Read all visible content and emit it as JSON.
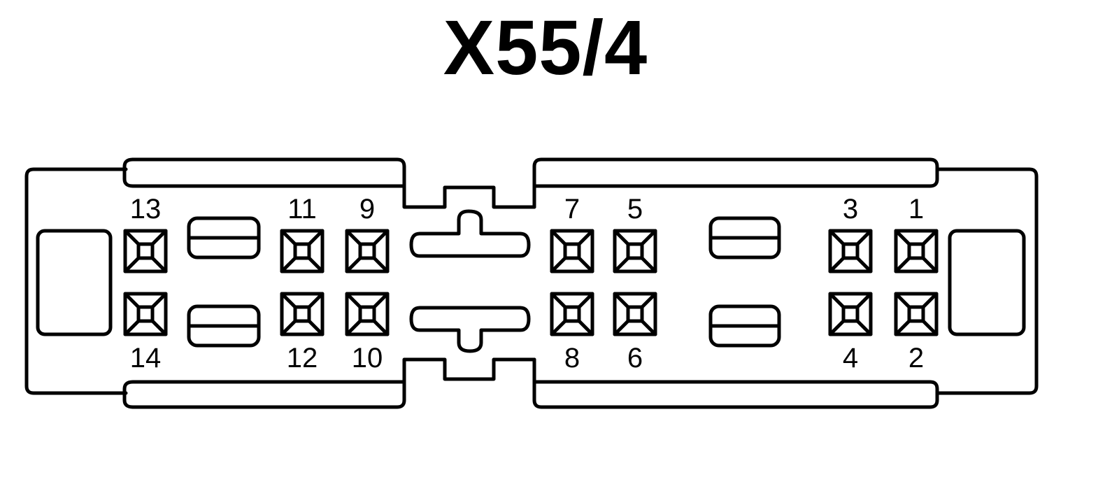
{
  "diagram": {
    "title": "X55/4",
    "connector": {
      "top_row": [
        {
          "pin": "13",
          "label": "13"
        },
        {
          "pin": "11",
          "label": "11"
        },
        {
          "pin": "9",
          "label": "9"
        },
        {
          "pin": "7",
          "label": "7"
        },
        {
          "pin": "5",
          "label": "5"
        },
        {
          "pin": "3",
          "label": "3"
        },
        {
          "pin": "1",
          "label": "1"
        }
      ],
      "bottom_row": [
        {
          "pin": "14",
          "label": "14"
        },
        {
          "pin": "12",
          "label": "12"
        },
        {
          "pin": "10",
          "label": "10"
        },
        {
          "pin": "8",
          "label": "8"
        },
        {
          "pin": "6",
          "label": "6"
        },
        {
          "pin": "4",
          "label": "4"
        },
        {
          "pin": "2",
          "label": "2"
        }
      ]
    }
  }
}
